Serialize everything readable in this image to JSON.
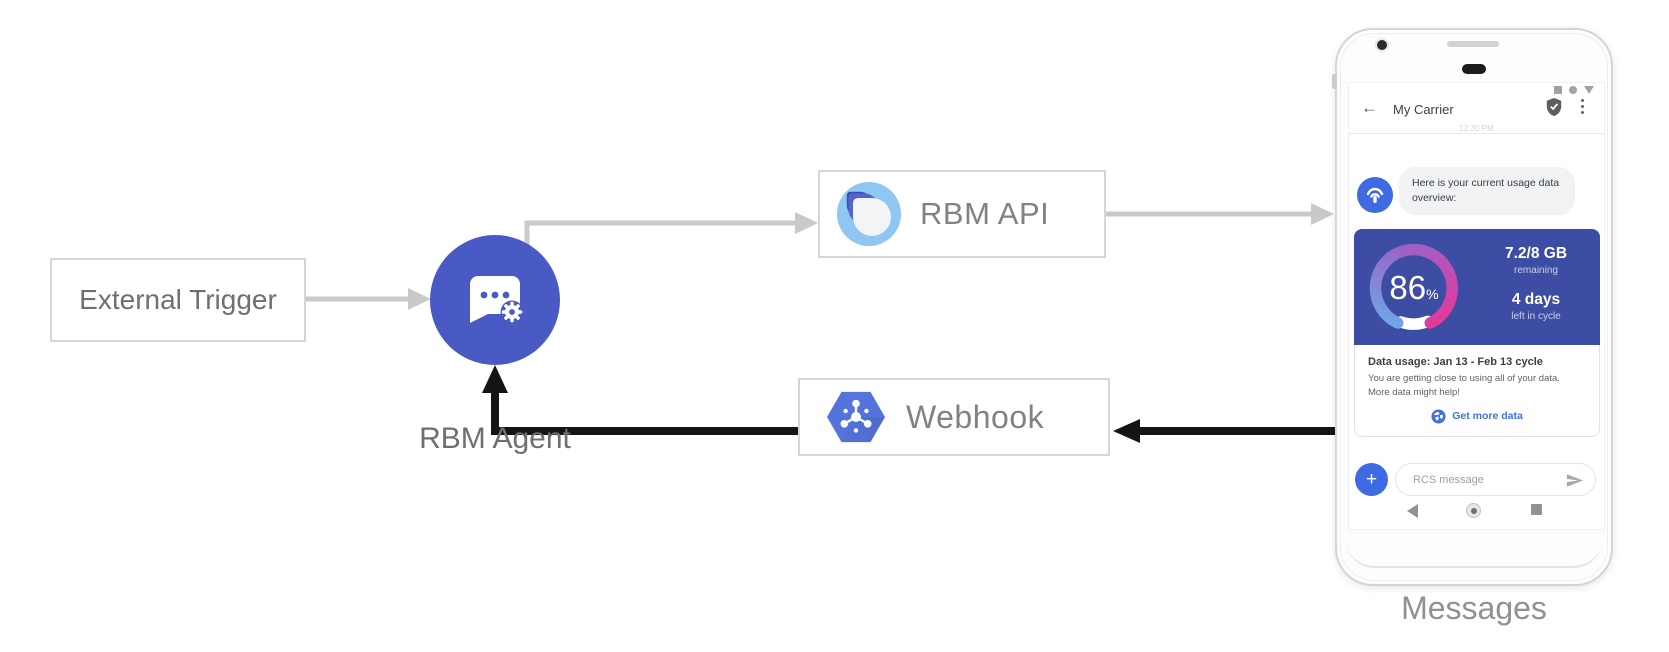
{
  "diagram": {
    "external_trigger_label": "External Trigger",
    "rbm_agent_label": "RBM Agent",
    "rbm_api_label": "RBM API",
    "webhook_label": "Webhook",
    "phone_caption": "Messages"
  },
  "phone": {
    "header": {
      "back_icon": "←",
      "title": "My Carrier"
    },
    "timestamp": "12:30 PM",
    "bot_message": "Here is your current usage data overview:",
    "usage_card": {
      "gauge_percent": 86,
      "percent_value": "86",
      "percent_unit": "%",
      "remaining_value": "7.2/8 GB",
      "remaining_label": "remaining",
      "cycle_value": "4 days",
      "cycle_label": "left in cycle",
      "title": "Data usage: Jan 13 - Feb 13 cycle",
      "body_line1": "You are getting close to using all of your data.",
      "body_line2": "More data might help!",
      "action_label": "Get more data"
    },
    "compose": {
      "plus_icon": "+",
      "placeholder": "RCS message"
    }
  },
  "colors": {
    "agent_blue": "#4A5AC4",
    "accent_blue": "#3E6BE1",
    "link_blue": "#4170DF",
    "card_indigo": "#3D4DA4",
    "webhook_hex_blue": "#5573DC",
    "rbm_logo_light_blue": "#8FC6F2",
    "gauge_blue": "#6FA9E6",
    "gauge_purple": "#9B63C8",
    "gauge_pink": "#E5399B",
    "connector_gray": "#C9C9C9",
    "connector_black": "#141414"
  }
}
